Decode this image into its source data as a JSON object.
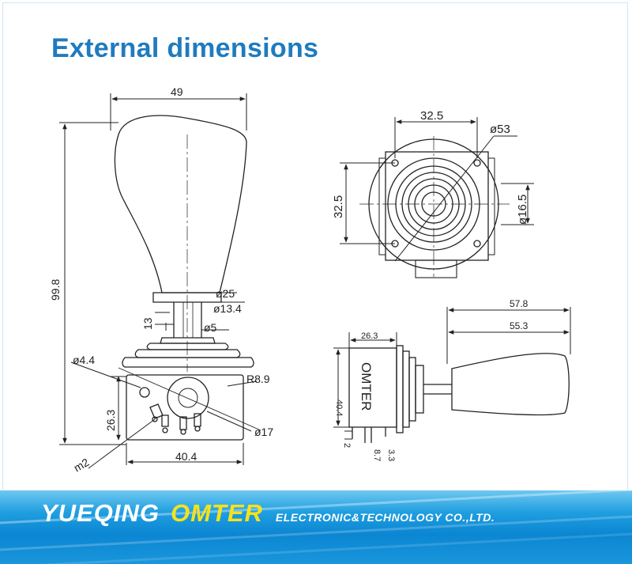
{
  "title": "External dimensions",
  "left_view": {
    "width_top": "49",
    "height_total": "99.8",
    "dia_25": "ø25",
    "dia_13_4": "ø13.4",
    "dim_13": "13",
    "dia_5": "ø5",
    "dia_4_4": "ø4.4",
    "radius_8_9": "R8.9",
    "dim_26_3": "26.3",
    "dia_17": "ø17",
    "m2": "m2",
    "width_bottom": "40.4"
  },
  "top_right_view": {
    "width_32_5": "32.5",
    "dia_53": "ø53",
    "height_32_5": "32.5",
    "dia_16_5": "ø16.5"
  },
  "side_view": {
    "len_57_8": "57.8",
    "len_55_3": "55.3",
    "dim_26_3": "26.3",
    "dim_40_4": "40.4",
    "body_label": "OMTER",
    "dim_2": "2",
    "dim_8_7": "8.7",
    "dim_3_3": "3.3"
  },
  "banner": {
    "word1": "YUEQING",
    "word2": "OMTER",
    "word3": "ELECTRONIC&TECHNOLOGY  CO.,LTD."
  }
}
